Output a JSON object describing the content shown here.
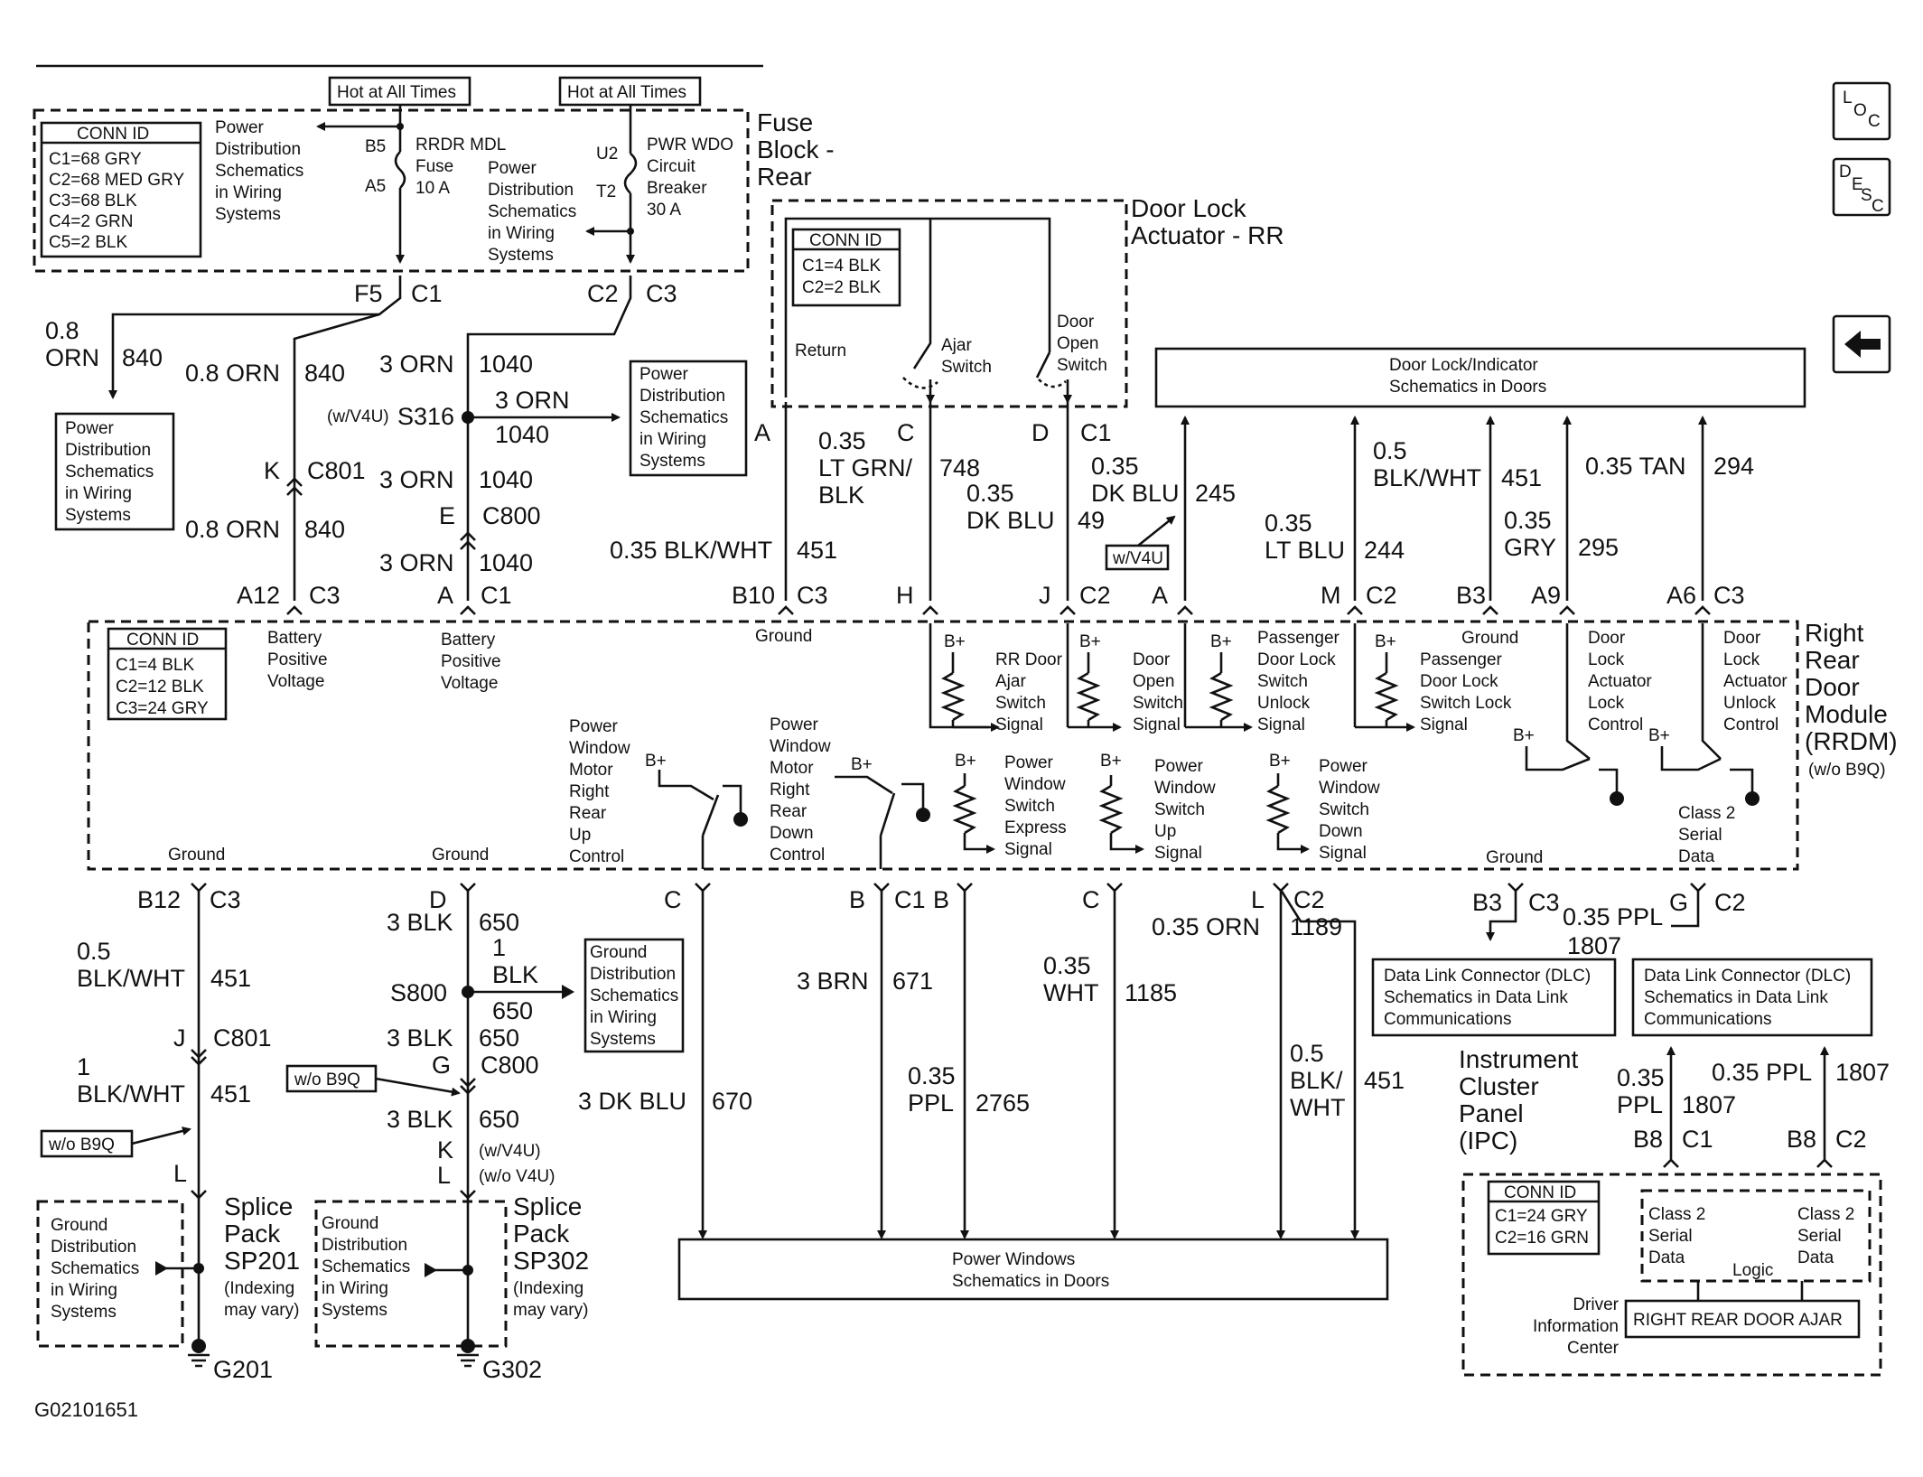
{
  "figure_id": "G02101651",
  "nav": {
    "loc": "LOC",
    "desc": "DESC"
  },
  "hot_at_all_times": "Hot at All Times",
  "fuse_block": {
    "title": [
      "Fuse",
      "Block -",
      "Rear"
    ],
    "conn_id": [
      "CONN ID",
      "C1=68 GRY",
      "C2=68 MED GRY",
      "C3=68 BLK",
      "C4=2 GRN",
      "C5=2 BLK"
    ],
    "pd_left": [
      "Power",
      "Distribution",
      "Schematics",
      "in Wiring",
      "Systems"
    ],
    "pd_mid": [
      "Power",
      "Distribution",
      "Schematics",
      "in Wiring",
      "Systems"
    ],
    "fuse_name": [
      "RRDR MDL",
      "Fuse",
      "10 A"
    ],
    "breaker_name": [
      "PWR WDO",
      "Circuit",
      "Breaker",
      "30 A"
    ],
    "pins": [
      "B5",
      "A5",
      "U2",
      "T2"
    ],
    "out_left": [
      "F5",
      "C1"
    ],
    "out_right": [
      "C2",
      "C3"
    ]
  },
  "door_lock_actuator": {
    "title": [
      "Door Lock",
      "Actuator - RR"
    ],
    "conn_id": [
      "CONN ID",
      "C1=4 BLK",
      "C2=2 BLK"
    ],
    "return": "Return",
    "ajar": [
      "Ajar",
      "Switch"
    ],
    "door_open": [
      "Door",
      "Open",
      "Switch"
    ]
  },
  "pd_box_840": [
    "Power",
    "Distribution",
    "Schematics",
    "in Wiring",
    "Systems"
  ],
  "pd_box_1040": [
    "Power",
    "Distribution",
    "Schematics",
    "in Wiring",
    "Systems"
  ],
  "door_lock_indicator": [
    "Door Lock/Indicator",
    "Schematics in Doors"
  ],
  "wires_upper": {
    "w840a": [
      "0.8",
      "ORN",
      "840"
    ],
    "w840b": [
      "0.8 ORN",
      "840"
    ],
    "w840c": [
      "0.8 ORN",
      "840"
    ],
    "w1040a": [
      "3 ORN",
      "1040"
    ],
    "w1040b": [
      "3 ORN",
      "1040"
    ],
    "w1040c": [
      "3 ORN",
      "1040"
    ],
    "w1040s": [
      "3 ORN",
      "1040"
    ],
    "s316": [
      "(w/V4U)",
      "S316"
    ],
    "c801": [
      "K",
      "C801"
    ],
    "c800": [
      "E",
      "C800"
    ],
    "w451": [
      "0.35 BLK/WHT",
      "451"
    ],
    "w748": [
      "0.35",
      "LT GRN/",
      "BLK",
      "748"
    ],
    "w49": [
      "0.35",
      "DK BLU",
      "49"
    ],
    "w245": [
      "0.35",
      "DK BLU",
      "245"
    ],
    "w244": [
      "0.35",
      "LT BLU",
      "244"
    ],
    "w451b": [
      "0.5",
      "BLK/WHT",
      "451"
    ],
    "w295": [
      "0.35",
      "GRY",
      "295"
    ],
    "w294": [
      "0.35 TAN",
      "294"
    ],
    "wv4u": "w/V4U",
    "pins_top": [
      "A",
      "C",
      "D",
      "C1"
    ],
    "pins_bottom": [
      "A12",
      "C3",
      "A",
      "C1",
      "B10",
      "C3",
      "H",
      "J",
      "C2",
      "A",
      "M",
      "C2",
      "B3",
      "A9",
      "A6",
      "C3"
    ]
  },
  "rrdm": {
    "title": [
      "Right",
      "Rear",
      "Door",
      "Module",
      "(RRDM)",
      "(w/o B9Q)"
    ],
    "conn_id": [
      "CONN ID",
      "C1=4 BLK",
      "C2=12 BLK",
      "C3=24 GRY"
    ],
    "battery_a": [
      "Battery",
      "Positive",
      "Voltage"
    ],
    "battery_b": [
      "Battery",
      "Positive",
      "Voltage"
    ],
    "ground": "Ground",
    "rr_door_ajar": [
      "RR Door",
      "Ajar",
      "Switch",
      "Signal"
    ],
    "door_open": [
      "Door",
      "Open",
      "Switch",
      "Signal"
    ],
    "pass_unlock": [
      "Passenger",
      "Door Lock",
      "Switch",
      "Unlock",
      "Signal"
    ],
    "pass_lock": [
      "Passenger",
      "Door Lock",
      "Switch Lock",
      "Signal"
    ],
    "act_lock": [
      "Door",
      "Lock",
      "Actuator",
      "Lock",
      "Control"
    ],
    "act_unlock": [
      "Door",
      "Lock",
      "Actuator",
      "Unlock",
      "Control"
    ],
    "pw_up": [
      "Power",
      "Window",
      "Motor",
      "Right",
      "Rear",
      "Up",
      "Control"
    ],
    "pw_down": [
      "Power",
      "Window",
      "Motor",
      "Right",
      "Rear",
      "Down",
      "Control"
    ],
    "sw_express": [
      "Power",
      "Window",
      "Switch",
      "Express",
      "Signal"
    ],
    "sw_up": [
      "Power",
      "Window",
      "Switch",
      "Up",
      "Signal"
    ],
    "sw_down": [
      "Power",
      "Window",
      "Switch",
      "Down",
      "Signal"
    ],
    "class2": [
      "Class 2",
      "Serial",
      "Data"
    ],
    "bplus": "B+"
  },
  "wires_lower": {
    "pins": [
      "B12",
      "C3",
      "D",
      "C",
      "B",
      "C1",
      "B",
      "C",
      "L",
      "C2",
      "B3",
      "C3",
      "G",
      "C2"
    ],
    "w451": [
      "0.5",
      "BLK/WHT",
      "451"
    ],
    "w451c": [
      "1",
      "BLK/WHT",
      "451"
    ],
    "c801": [
      "J",
      "C801"
    ],
    "w650a": [
      "3 BLK",
      "650"
    ],
    "w650s": [
      "1",
      "BLK",
      "650"
    ],
    "s800": "S800",
    "w650b": [
      "3 BLK",
      "650"
    ],
    "c800": [
      "G",
      "C800"
    ],
    "w650c": [
      "3 BLK",
      "650"
    ],
    "kl": [
      "K",
      "(w/V4U)",
      "L",
      "(w/o V4U)"
    ],
    "wob9q": "w/o B9Q",
    "w670": [
      "3 DK BLU",
      "670"
    ],
    "w671": [
      "3 BRN",
      "671"
    ],
    "w2765": [
      "0.35",
      "PPL",
      "2765"
    ],
    "w1185": [
      "0.35",
      "WHT",
      "1185"
    ],
    "w1189": [
      "0.35 ORN",
      "1189"
    ],
    "w451d": [
      "0.5",
      "BLK/",
      "WHT",
      "451"
    ],
    "w1807": [
      "0.35 PPL",
      "1807"
    ],
    "w1807b": [
      "0.35",
      "PPL",
      "1807"
    ],
    "w1807c": [
      "0.35 PPL",
      "1807"
    ],
    "ipc_pins": [
      "B8",
      "C1",
      "B8",
      "C2"
    ],
    "l_pin": "L"
  },
  "gd_box": [
    "Ground",
    "Distribution",
    "Schematics",
    "in Wiring",
    "Systems"
  ],
  "dlc": [
    "Data Link Connector (DLC)",
    "Schematics in Data Link",
    "Communications"
  ],
  "power_windows": [
    "Power Windows",
    "Schematics in Doors"
  ],
  "sp201": [
    "Splice",
    "Pack",
    "SP201",
    "(Indexing",
    "may vary)"
  ],
  "sp302": [
    "Splice",
    "Pack",
    "SP302",
    "(Indexing",
    "may vary)"
  ],
  "grounds": [
    "G201",
    "G302"
  ],
  "ipc": {
    "title": [
      "Instrument",
      "Cluster",
      "Panel",
      "(IPC)"
    ],
    "conn_id": [
      "CONN ID",
      "C1=24 GRY",
      "C2=16 GRN"
    ],
    "class2": [
      "Class 2",
      "Serial",
      "Data"
    ],
    "logic": "Logic",
    "dic": [
      "Driver",
      "Information",
      "Center"
    ],
    "message": "RIGHT REAR DOOR AJAR"
  }
}
